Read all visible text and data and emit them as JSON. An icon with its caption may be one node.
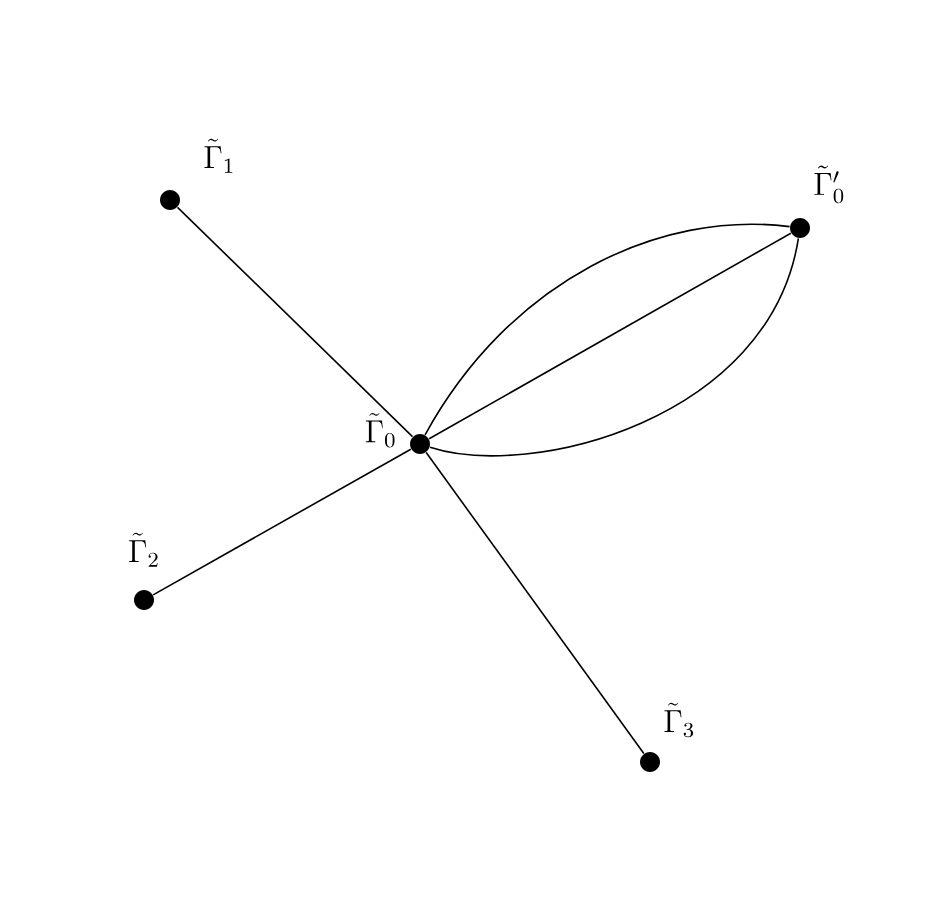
{
  "diagram": {
    "nodes": [
      {
        "text": [],
        "shape": "circle",
        "beside": [
          "\\tilde{\\Gamma}_1"
        ]
      },
      {
        "text": [],
        "shape": "circle",
        "beside": [
          "\\tilde{\\Gamma}'_0"
        ]
      },
      {
        "text": [],
        "shape": "circle",
        "beside": [
          "\\tilde{\\Gamma}_0"
        ]
      },
      {
        "text": [],
        "shape": "circle",
        "beside": [
          "\\tilde{\\Gamma}_2"
        ]
      },
      {
        "text": [],
        "shape": "circle",
        "beside": [
          "\\tilde{\\Gamma}_3"
        ]
      }
    ],
    "edges": [
      {
        "from": 0,
        "to": 2,
        "arrow": "none"
      },
      {
        "from": 2,
        "to": 4,
        "arrow": "none"
      },
      {
        "from": 3,
        "to": 2,
        "arrow": "none"
      },
      {
        "from": 2,
        "to": 1,
        "arrow": "none"
      },
      {
        "from": 2,
        "to": 1,
        "arrow": "none"
      },
      {
        "from": 2,
        "to": 1,
        "arrow": "none"
      }
    ]
  }
}
